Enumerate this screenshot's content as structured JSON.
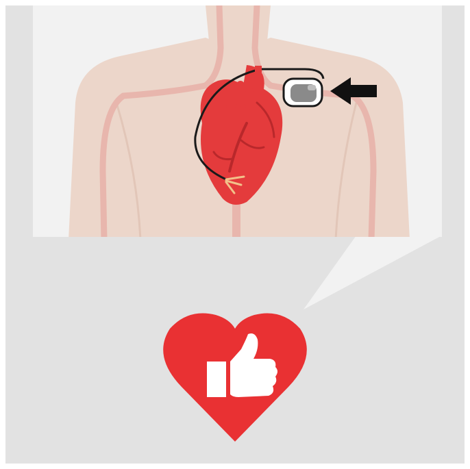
{
  "illustration": {
    "subject": "pacemaker-implant",
    "colors": {
      "background": "#e2e2e2",
      "bubble": "#f2f2f2",
      "skin": "#ecd6ca",
      "vessel": "#e8b6ad",
      "heart": "#e43b3c",
      "heart_dark": "#b9282b",
      "lead_wire": "#1a1a1a",
      "device": "#8a8a8a",
      "arrow": "#111111",
      "like_heart": "#e93133",
      "thumb": "#ffffff"
    },
    "icons": [
      "torso-figure",
      "heart-organ",
      "pacemaker-device",
      "pointer-arrow",
      "heart-like-icon",
      "thumbs-up-icon"
    ]
  }
}
